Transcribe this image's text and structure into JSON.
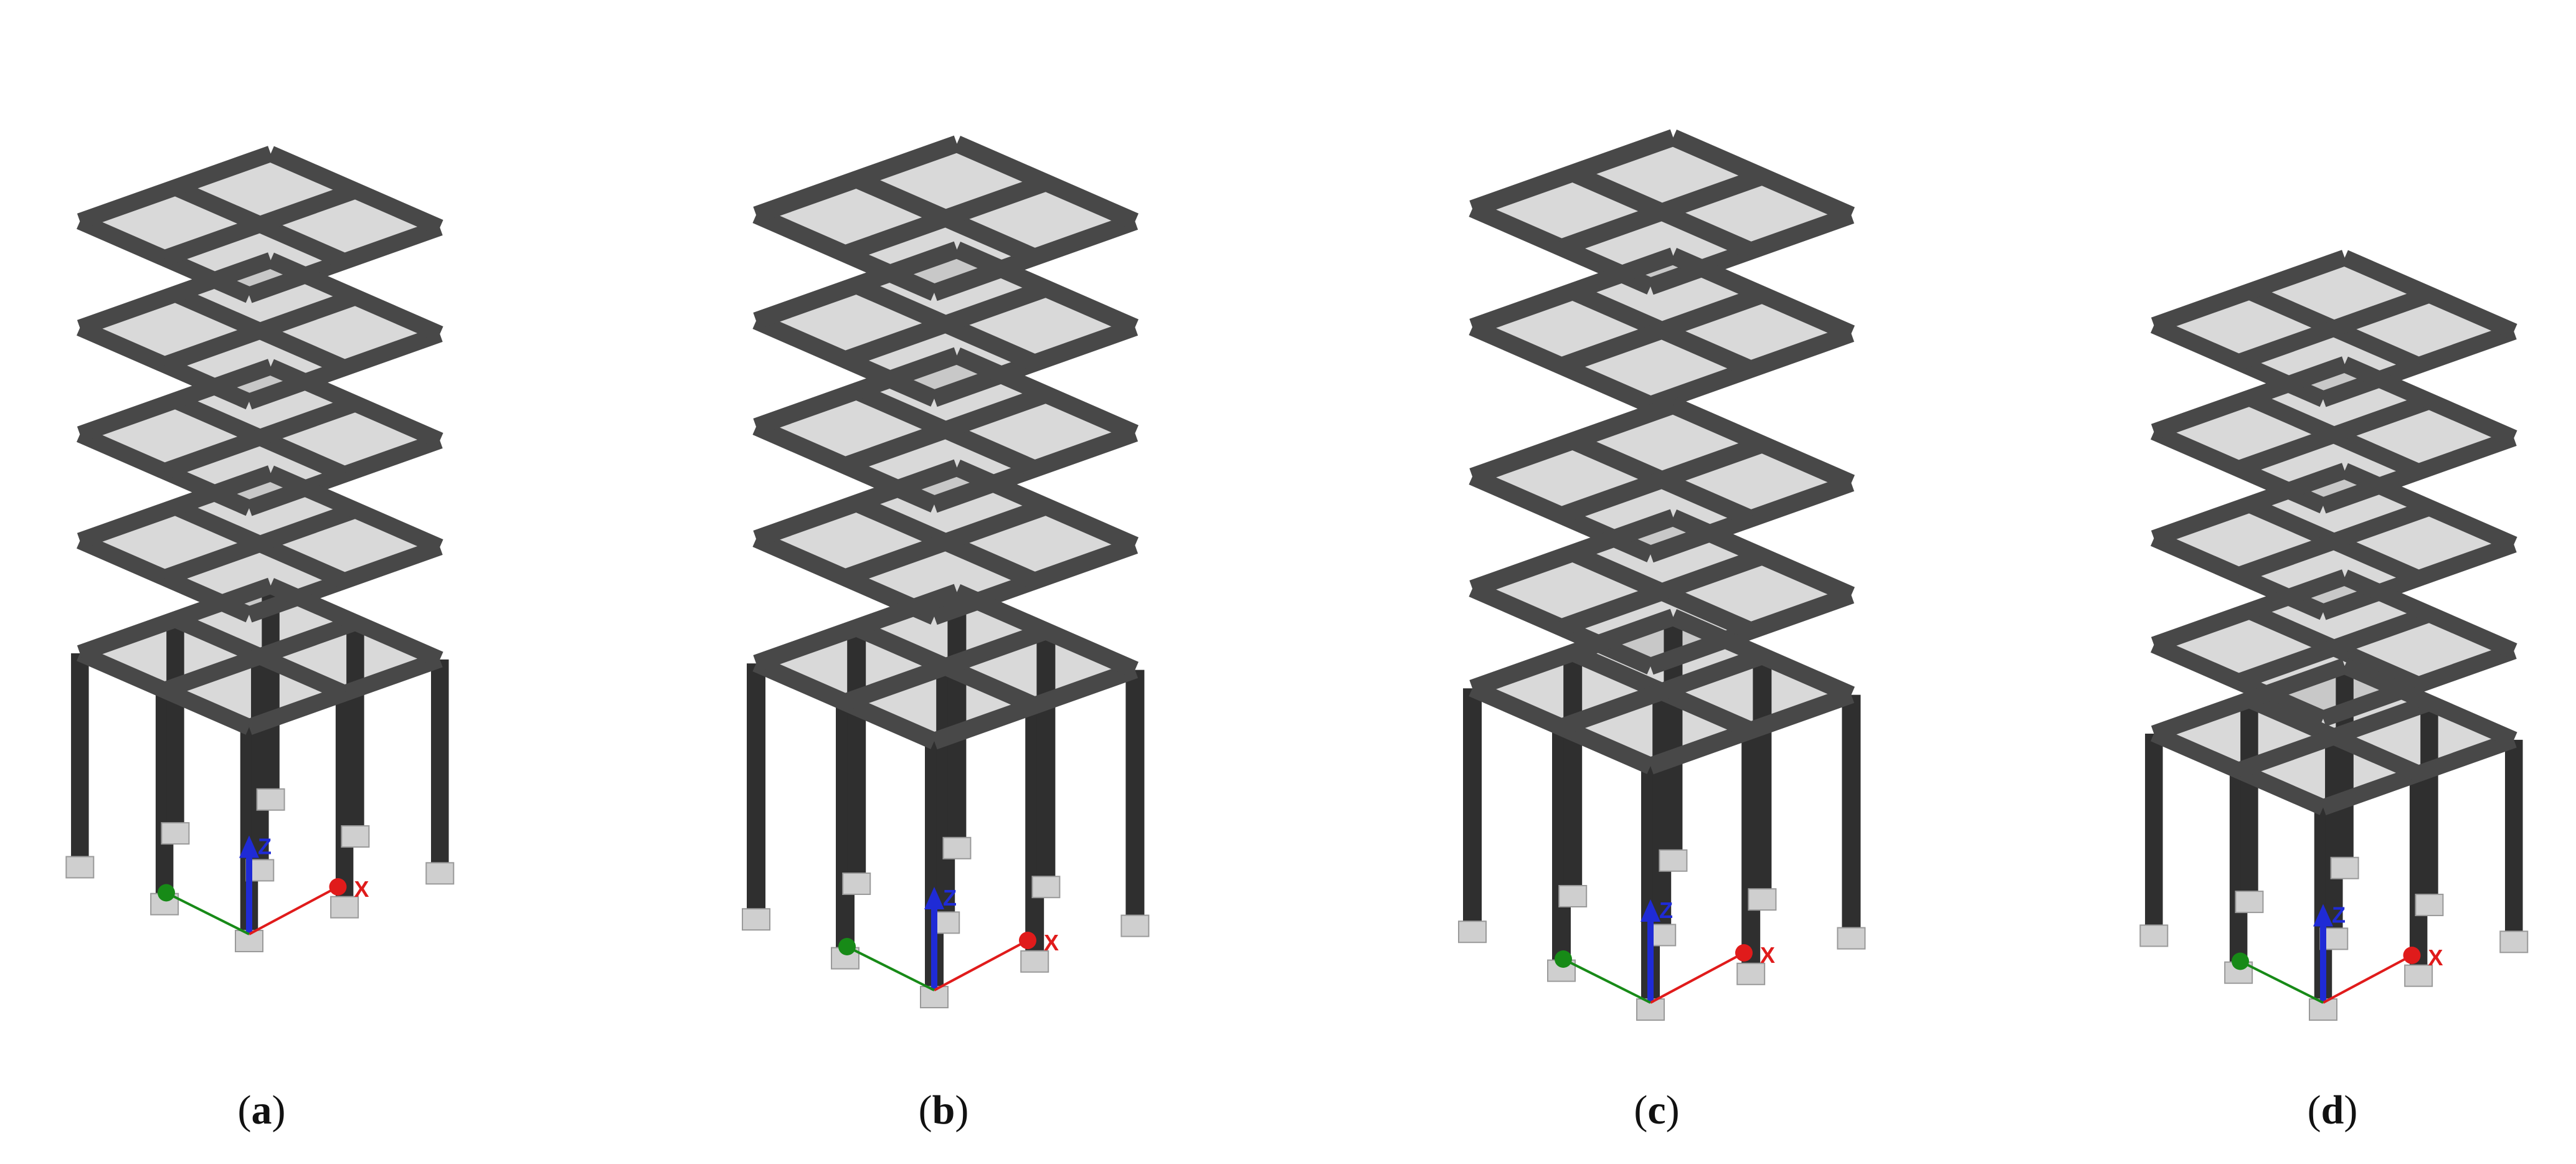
{
  "panels": [
    {
      "letter": "a",
      "stories": 5
    },
    {
      "letter": "b",
      "stories": 5
    },
    {
      "letter": "c",
      "stories": 5
    },
    {
      "letter": "d",
      "stories": 5
    }
  ],
  "axes": {
    "z": "Z",
    "x": "X"
  },
  "colors": {
    "frame": "#484848",
    "frame_dark": "#2f2f2f",
    "slab": "#b9b9b9",
    "base": "#cfcfcf",
    "axis_z": "#1f2bd6",
    "axis_x": "#e01b1b",
    "axis_y": "#178a17"
  }
}
